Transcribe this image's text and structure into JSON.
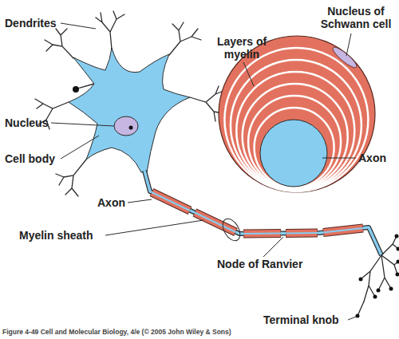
{
  "diagram": {
    "caption": "Figure 4-49 Cell and Molecular Biology, 4/e (© 2005 John Wiley & Sons)",
    "labels": [
      "Nucleus of Schwann cell",
      "Dendrites",
      "Layers of myelin",
      "Nucleus",
      "Axon",
      "Cell body",
      "Axon",
      "Myelin sheath",
      "Node of Ranvier",
      "Terminal knob"
    ]
  }
}
